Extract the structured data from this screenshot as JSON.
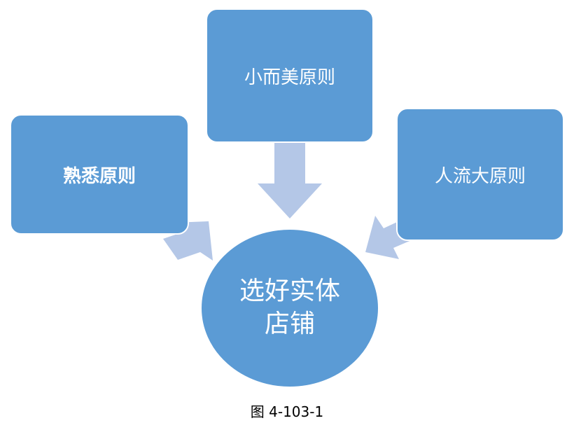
{
  "diagram": {
    "principles": {
      "familiar": "熟悉原则",
      "small_beautiful": "小而美原则",
      "traffic": "人流大原则"
    },
    "center": "选好实体店铺",
    "caption": "图 4-103-1"
  },
  "colors": {
    "box_fill": "#5b9bd5",
    "arrow_fill": "#b4c7e7",
    "text": "#ffffff",
    "caption_text": "#000000"
  }
}
